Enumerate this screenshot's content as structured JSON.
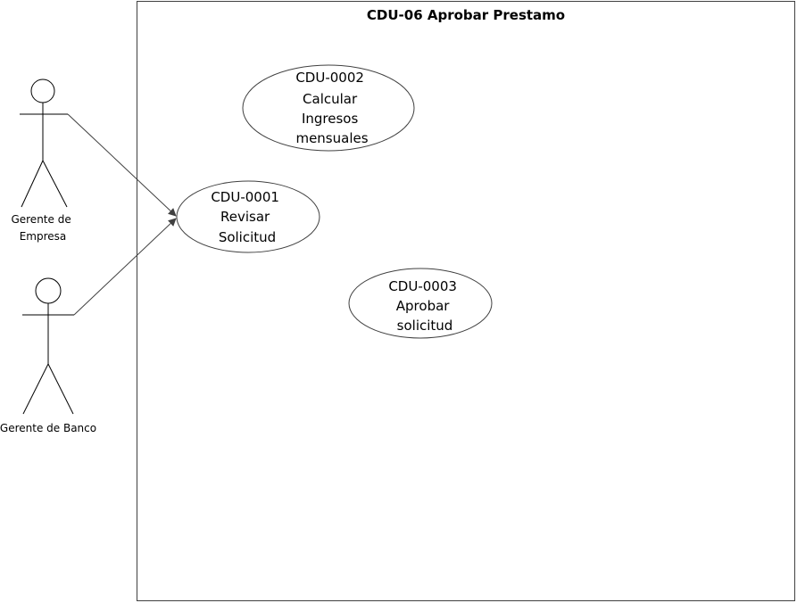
{
  "system": {
    "title": "CDU-06 Aprobar Prestamo"
  },
  "actors": [
    {
      "id": "gerente-empresa",
      "label_lines": [
        "Gerente de",
        "Empresa"
      ]
    },
    {
      "id": "gerente-banco",
      "label_lines": [
        "Gerente de Banco"
      ]
    }
  ],
  "use_cases": [
    {
      "id": "cdu-0002",
      "label_lines": [
        "CDU-0002",
        "Calcular",
        "Ingresos",
        "mensuales"
      ]
    },
    {
      "id": "cdu-0001",
      "label_lines": [
        "CDU-0001",
        "Revisar",
        "Solicitud"
      ]
    },
    {
      "id": "cdu-0003",
      "label_lines": [
        "CDU-0003",
        "Aprobar",
        "solicitud"
      ]
    }
  ],
  "associations": [
    {
      "from": "gerente-empresa",
      "to": "cdu-0001"
    },
    {
      "from": "gerente-banco",
      "to": "cdu-0001"
    }
  ],
  "colors": {
    "stroke": "#404040",
    "background": "#ffffff",
    "text": "#000000"
  }
}
